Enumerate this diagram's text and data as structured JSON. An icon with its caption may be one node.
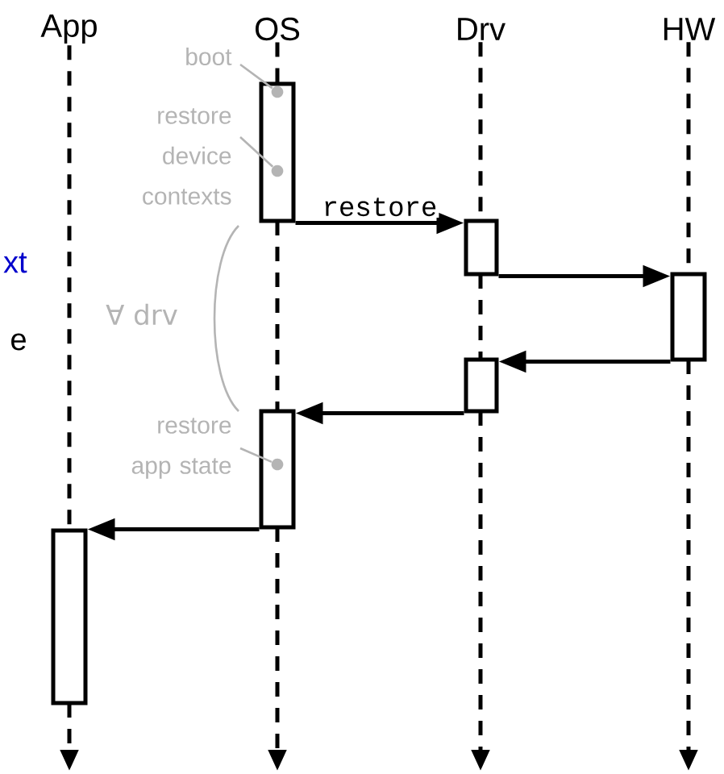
{
  "diagram": {
    "nodes": [
      {
        "text": [
          "App"
        ]
      },
      {
        "text": [
          "OS"
        ]
      },
      {
        "text": [
          "Drv"
        ]
      },
      {
        "text": [
          "HW"
        ]
      },
      {
        "text": [],
        "shape": "bar"
      },
      {
        "text": [],
        "shape": "bar"
      },
      {
        "text": [],
        "shape": "bar"
      },
      {
        "text": [],
        "shape": "bar"
      },
      {
        "text": [],
        "shape": "bar"
      },
      {
        "text": [],
        "shape": "bar"
      },
      {
        "text": [
          "boot"
        ]
      },
      {
        "text": [
          "restore device contexts"
        ]
      },
      {
        "text": [
          "restore app state"
        ]
      },
      {
        "text": [],
        "shape": "circle",
        "in": 4
      },
      {
        "text": [],
        "shape": "circle",
        "in": 4
      },
      {
        "text": [],
        "shape": "circle",
        "in": 8
      }
    ],
    "edges": [
      {
        "from": 0,
        "to": null,
        "arrow": "to",
        "style": "dashed"
      },
      {
        "from": 1,
        "to": null,
        "arrow": "to",
        "style": "dashed"
      },
      {
        "from": 2,
        "to": null,
        "arrow": "to",
        "style": "dashed"
      },
      {
        "from": 3,
        "to": null,
        "arrow": "to",
        "style": "dashed"
      },
      {
        "from": 4,
        "to": 5,
        "arrow": "to",
        "label": "restore"
      },
      {
        "from": 5,
        "to": 6,
        "arrow": "to"
      },
      {
        "from": 6,
        "to": 7,
        "arrow": "to"
      },
      {
        "from": 7,
        "to": 8,
        "arrow": "to"
      },
      {
        "from": 8,
        "to": 9,
        "arrow": "to"
      },
      {
        "from": 10,
        "to": 13,
        "arrow": "none",
        "color": "#b4b4b4"
      },
      {
        "from": 11,
        "to": 14,
        "arrow": "none",
        "color": "#b4b4b4"
      },
      {
        "from": 12,
        "to": 15,
        "arrow": "none",
        "color": "#b4b4b4"
      }
    ],
    "labels": [
      "xt",
      "e",
      "∀ drv"
    ]
  }
}
